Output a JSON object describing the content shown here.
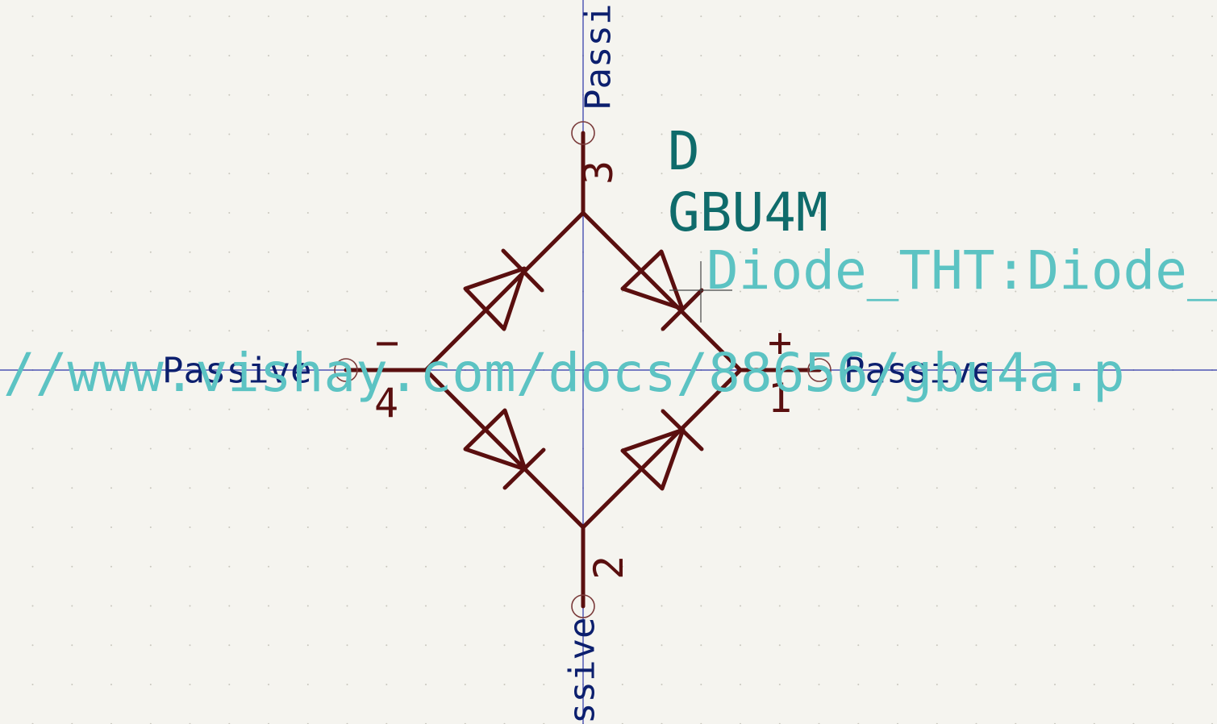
{
  "symbol": {
    "reference": "D",
    "value": "GBU4M",
    "footprint": "Diode_THT:Diode_",
    "datasheet": "//www.vishay.com/docs/88656/gbu4a.p"
  },
  "pins": [
    {
      "number": "3",
      "type": "Passi",
      "side": "top"
    },
    {
      "number": "2",
      "type": "ssive",
      "side": "bottom"
    },
    {
      "number": "4",
      "type": "Passive",
      "side": "left",
      "polarity": "−"
    },
    {
      "number": "1",
      "type": "Passive",
      "side": "right",
      "polarity": "+"
    }
  ],
  "colors": {
    "background": "#f5f4ef",
    "symbol": "#5a0f0f",
    "pin_type": "#0c1f6e",
    "fields": "#0f6b6b",
    "hidden_fields": "#5cc3c3",
    "axis": "#2a33a8"
  }
}
